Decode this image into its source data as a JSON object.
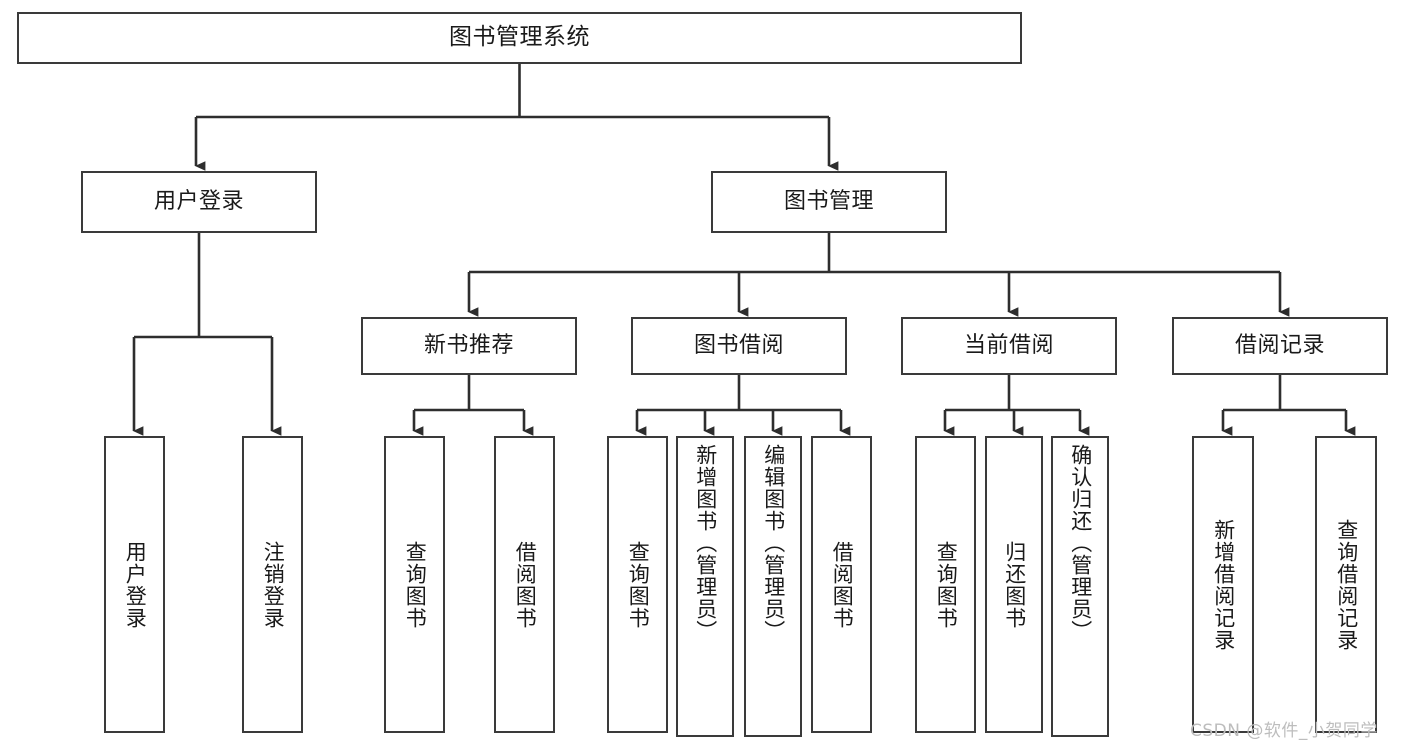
{
  "diagram": {
    "title": "图书管理系统",
    "type": "tree-hierarchy-diagram",
    "colors": {
      "border": "#3a3a3a",
      "background": "#ffffff",
      "text": "#1a1a1a",
      "watermark": "#bdbdbd"
    },
    "levels": {
      "root": {
        "label": "图书管理系统"
      },
      "level2": [
        {
          "id": "user-login",
          "label": "用户登录"
        },
        {
          "id": "book-management",
          "label": "图书管理"
        }
      ],
      "level3": [
        {
          "id": "new-book-recommend",
          "label": "新书推荐"
        },
        {
          "id": "book-borrow",
          "label": "图书借阅"
        },
        {
          "id": "current-borrow",
          "label": "当前借阅"
        },
        {
          "id": "borrow-record",
          "label": "借阅记录"
        }
      ],
      "level4": [
        {
          "id": "leaf-user-login",
          "label": "用户登录",
          "parent": "user-login"
        },
        {
          "id": "leaf-logout",
          "label": "注销登录",
          "parent": "user-login"
        },
        {
          "id": "leaf-query-book-1",
          "label": "查询图书",
          "parent": "new-book-recommend"
        },
        {
          "id": "leaf-borrow-book-1",
          "label": "借阅图书",
          "parent": "new-book-recommend"
        },
        {
          "id": "leaf-query-book-2",
          "label": "查询图书",
          "parent": "book-borrow"
        },
        {
          "id": "leaf-add-book",
          "label": "新增图书（管理员）",
          "parent": "book-borrow"
        },
        {
          "id": "leaf-edit-book",
          "label": "编辑图书（管理员）",
          "parent": "book-borrow"
        },
        {
          "id": "leaf-borrow-book-2",
          "label": "借阅图书",
          "parent": "book-borrow"
        },
        {
          "id": "leaf-query-book-3",
          "label": "查询图书",
          "parent": "current-borrow"
        },
        {
          "id": "leaf-return-book",
          "label": "归还图书",
          "parent": "current-borrow"
        },
        {
          "id": "leaf-confirm-return",
          "label": "确认归还（管理员）",
          "parent": "current-borrow"
        },
        {
          "id": "leaf-add-record",
          "label": "新增借阅记录",
          "parent": "borrow-record"
        },
        {
          "id": "leaf-query-record",
          "label": "查询借阅记录",
          "parent": "borrow-record"
        }
      ]
    },
    "watermark": "CSDN @软件_小贺同学"
  }
}
